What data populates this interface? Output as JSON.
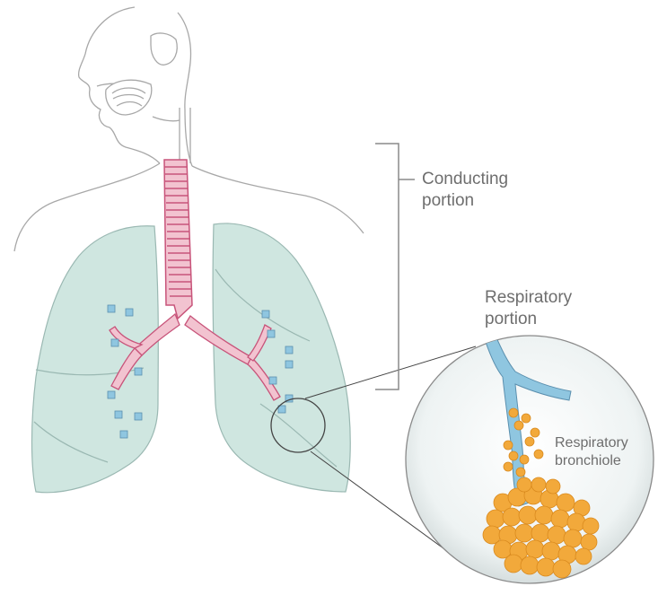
{
  "labels": {
    "conducting_line1": "Conducting",
    "conducting_line2": "portion",
    "respiratory_line1": "Respiratory",
    "respiratory_line2": "portion",
    "bronchiole_line1": "Respiratory",
    "bronchiole_line2": "bronchiole"
  },
  "colors": {
    "outline": "#9a9a9a",
    "lung_fill": "#cfe6e0",
    "trachea": "#c8547a",
    "trachea_fill": "#f2c3d0",
    "bronchiole_blue": "#8fc6e0",
    "alveoli": "#f2a93b",
    "text": "#6e6e6e"
  }
}
